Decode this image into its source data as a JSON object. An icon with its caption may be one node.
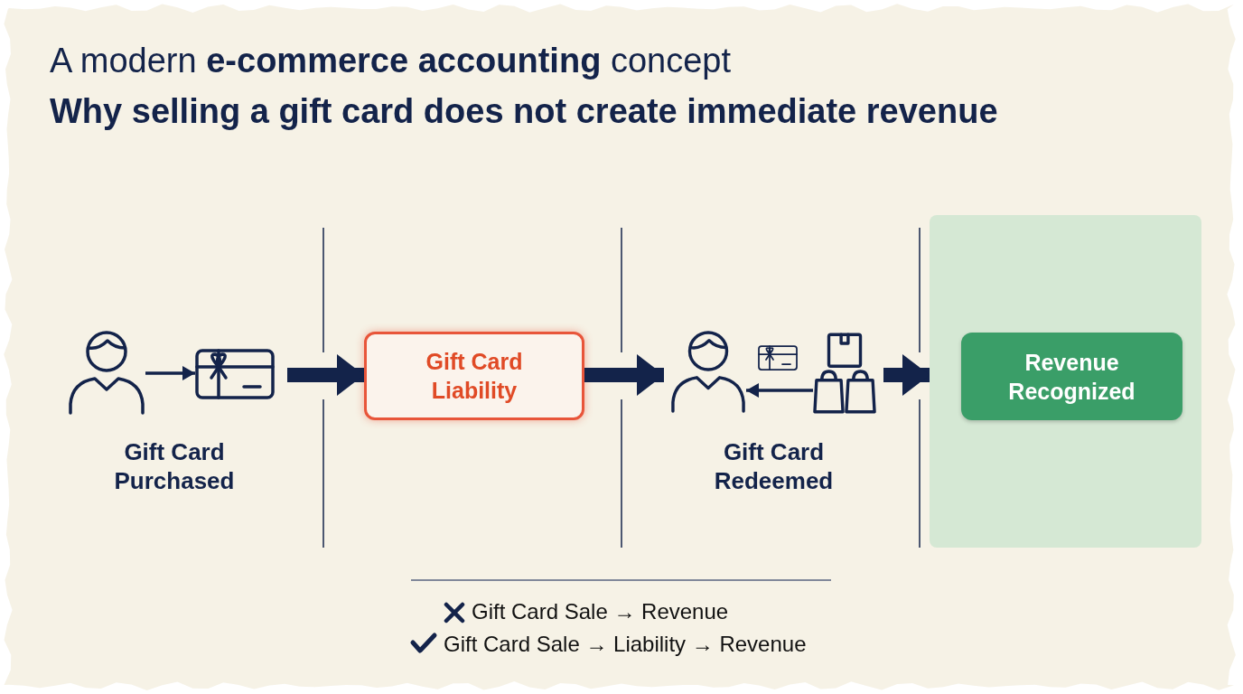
{
  "diagram": {
    "title": "A modern **e-commerce accounting** concept",
    "nodes": [
      {
        "text": [
          "Gift Card Purchased"
        ]
      },
      {
        "text": [],
        "shape": "person",
        "in": 0
      },
      {
        "text": [],
        "shape": "card",
        "in": 0
      },
      {
        "text": [
          "Gift Card Liability"
        ]
      },
      {
        "text": [
          "Gift Card Redeemed"
        ]
      },
      {
        "text": [],
        "shape": "person",
        "in": 4
      },
      {
        "text": [],
        "shape": "card",
        "in": 4
      },
      {
        "text": [],
        "shape": "bag",
        "in": 4
      },
      {
        "text": [],
        "shape": "box"
      },
      {
        "text": [
          "Revenue Recognized"
        ],
        "in": 8
      }
    ],
    "edges": [
      {
        "from": 0,
        "to": 3,
        "arrow": "to"
      },
      {
        "from": 3,
        "to": 4,
        "arrow": "to"
      },
      {
        "from": 4,
        "to": 8,
        "arrow": "to"
      },
      {
        "from": 1,
        "to": 2,
        "arrow": "to"
      },
      {
        "from": 7,
        "to": 5,
        "arrow": "to"
      }
    ],
    "labels": [
      "Why selling a gift card does not create immediate revenue",
      "Gift Card Sale → Revenue",
      "Gift Card Sale → Liability → Revenue"
    ]
  }
}
